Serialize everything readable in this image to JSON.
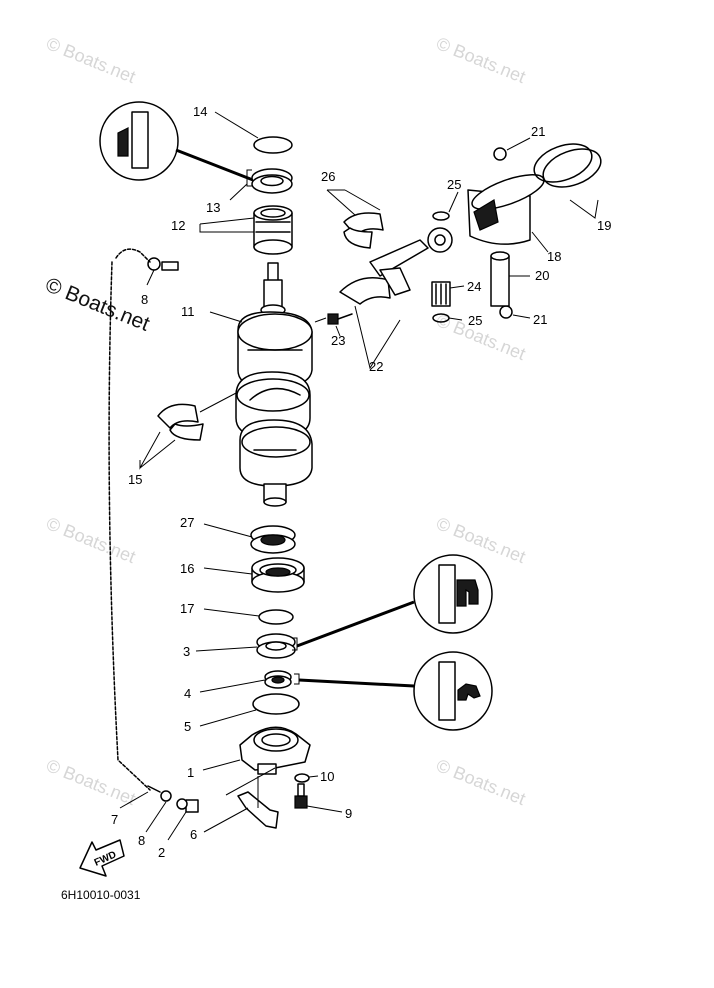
{
  "watermark": {
    "text": "© Boats.net",
    "prominent_text": "© Boats.net"
  },
  "diagram_code": "6H10010-0031",
  "fwd_label": "FWD",
  "callouts": [
    {
      "id": "14",
      "text": "14"
    },
    {
      "id": "13",
      "text": "13"
    },
    {
      "id": "12",
      "text": "12"
    },
    {
      "id": "8a",
      "text": "8"
    },
    {
      "id": "11",
      "text": "11"
    },
    {
      "id": "26",
      "text": "26"
    },
    {
      "id": "25a",
      "text": "25"
    },
    {
      "id": "21a",
      "text": "21"
    },
    {
      "id": "19",
      "text": "19"
    },
    {
      "id": "18",
      "text": "18"
    },
    {
      "id": "20",
      "text": "20"
    },
    {
      "id": "24",
      "text": "24"
    },
    {
      "id": "25b",
      "text": "25"
    },
    {
      "id": "21b",
      "text": "21"
    },
    {
      "id": "23",
      "text": "23"
    },
    {
      "id": "22",
      "text": "22"
    },
    {
      "id": "15",
      "text": "15"
    },
    {
      "id": "27",
      "text": "27"
    },
    {
      "id": "16",
      "text": "16"
    },
    {
      "id": "17",
      "text": "17"
    },
    {
      "id": "3",
      "text": "3"
    },
    {
      "id": "4",
      "text": "4"
    },
    {
      "id": "5",
      "text": "5"
    },
    {
      "id": "1",
      "text": "1"
    },
    {
      "id": "10",
      "text": "10"
    },
    {
      "id": "9",
      "text": "9"
    },
    {
      "id": "7",
      "text": "7"
    },
    {
      "id": "8b",
      "text": "8"
    },
    {
      "id": "2",
      "text": "2"
    },
    {
      "id": "6",
      "text": "6"
    }
  ]
}
